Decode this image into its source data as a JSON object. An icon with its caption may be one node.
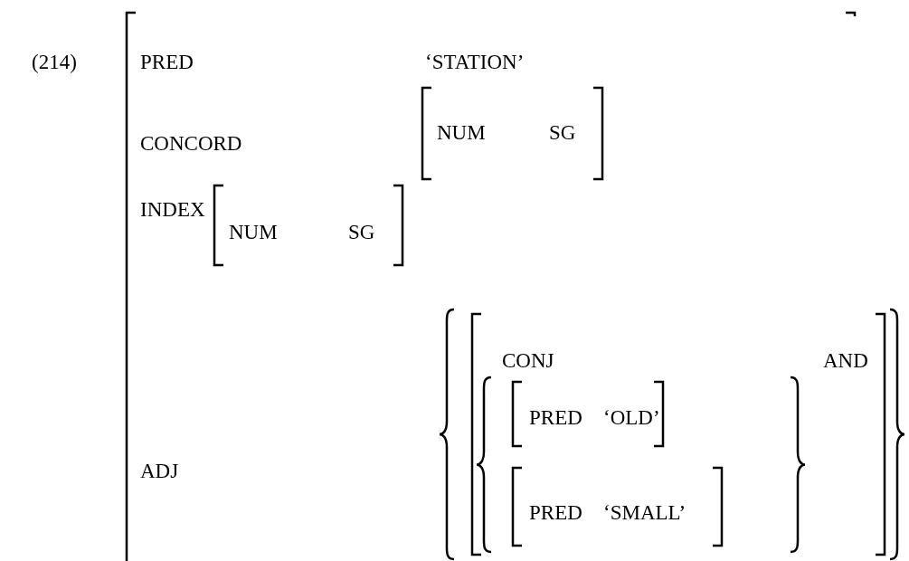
{
  "diagram": {
    "nodes": [
      {
        "text": [
          "PRED",
          "‘STATION’",
          "CONCORD",
          "INDEX",
          "ADJ"
        ]
      },
      {
        "text": [
          "NUM",
          "SG"
        ],
        "in": 0
      },
      {
        "text": [
          "NUM",
          "SG"
        ],
        "in": 0
      },
      {
        "text": [],
        "shape": "brace",
        "in": 0
      },
      {
        "text": [
          "CONJ",
          "AND"
        ],
        "in": 3
      },
      {
        "text": [],
        "shape": "brace",
        "in": 4
      },
      {
        "text": [
          "PRED",
          "‘OLD’"
        ],
        "in": 5
      },
      {
        "text": [
          "PRED",
          "‘SMALL’"
        ],
        "in": 5
      }
    ],
    "labels": [
      "(214)"
    ]
  }
}
